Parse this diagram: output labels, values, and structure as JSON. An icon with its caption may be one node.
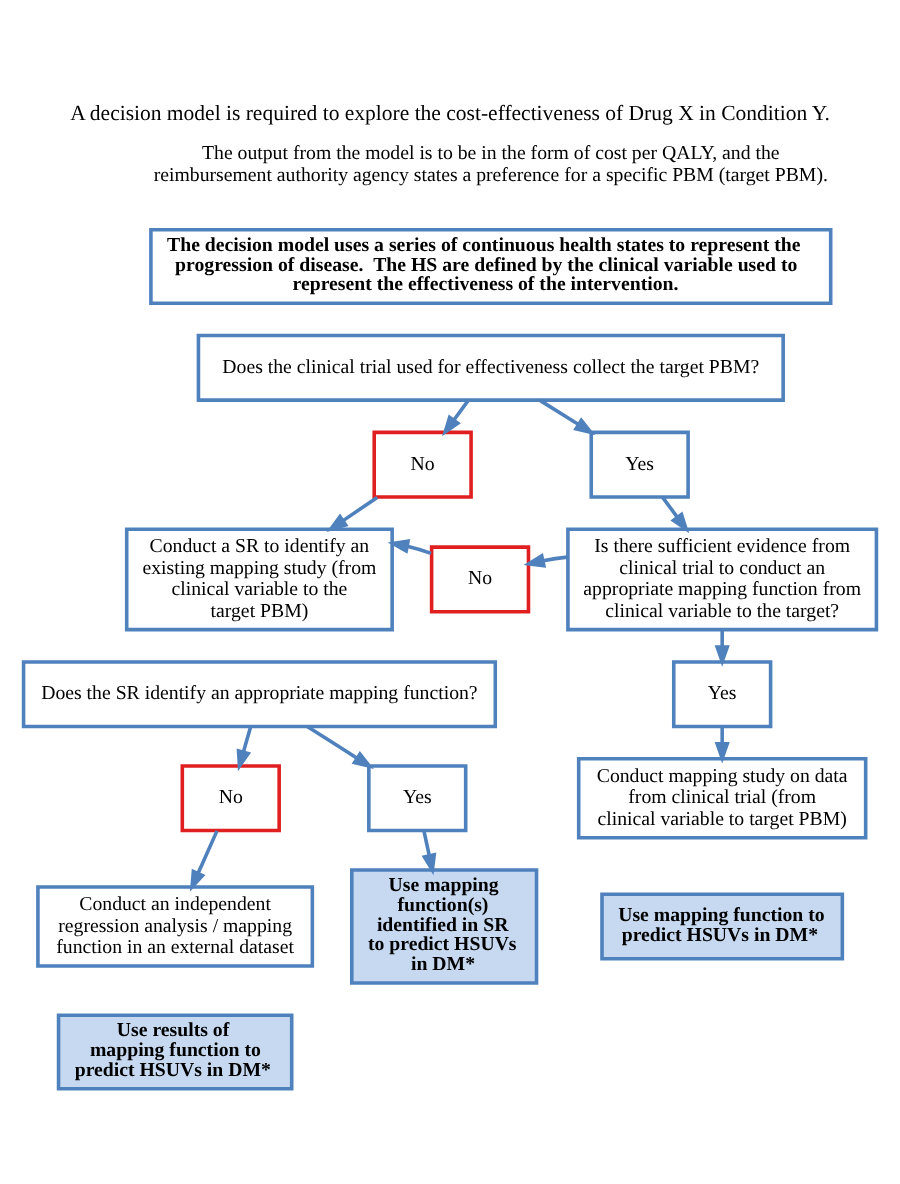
{
  "diagram": {
    "title": "A decision model is required to explore the cost-effectiveness of Drug X in Condition Y.",
    "nodes": [
      {
        "text": [
          "The decision model uses a series of continuous health states to represent the progression of disease.  The HS are defined by the clinical variable used to represent the effectiveness of the intervention."
        ]
      },
      {
        "text": [
          "Does the clinical trial used for effectiveness collect the target PBM?"
        ]
      },
      {
        "text": [
          "No"
        ]
      },
      {
        "text": [
          "Yes"
        ]
      },
      {
        "text": [
          "Conduct a SR to identify an existing mapping study (from clinical variable to the target PBM)"
        ]
      },
      {
        "text": [
          "No"
        ]
      },
      {
        "text": [
          "Is there sufficient evidence from clinical trial to conduct an appropriate mapping function from clinical variable to the target?"
        ]
      },
      {
        "text": [
          "Does the SR identify an appropriate mapping function?"
        ]
      },
      {
        "text": [
          "No"
        ]
      },
      {
        "text": [
          "Yes"
        ]
      },
      {
        "text": [
          "Yes"
        ]
      },
      {
        "text": [
          "Conduct an independent regression analysis / mapping function in an external dataset"
        ]
      },
      {
        "text": [
          "Use mapping function(s) identified in SR to predict HSUVs in DM*"
        ]
      },
      {
        "text": [
          "Conduct mapping study on data from clinical trial (from clinical variable to target PBM)"
        ]
      },
      {
        "text": [
          "Use results of mapping function to predict HSUVs in DM*"
        ]
      },
      {
        "text": [
          "Use mapping function to predict HSUVs in DM*"
        ]
      }
    ],
    "edges": [
      {
        "from": 1,
        "to": 2,
        "arrow": "to"
      },
      {
        "from": 1,
        "to": 3,
        "arrow": "to"
      },
      {
        "from": 2,
        "to": 4,
        "arrow": "to"
      },
      {
        "from": 3,
        "to": 6,
        "arrow": "to"
      },
      {
        "from": 6,
        "to": 5,
        "arrow": "to"
      },
      {
        "from": 5,
        "to": 4,
        "arrow": "to"
      },
      {
        "from": 7,
        "to": 8,
        "arrow": "to"
      },
      {
        "from": 7,
        "to": 10,
        "arrow": "to"
      },
      {
        "from": 6,
        "to": 9,
        "arrow": "to"
      },
      {
        "from": 8,
        "to": 11,
        "arrow": "to"
      },
      {
        "from": 10,
        "to": 12,
        "arrow": "to"
      },
      {
        "from": 9,
        "to": 13,
        "arrow": "to"
      }
    ],
    "labels": [
      "The output from the model is to be in the form of cost per QALY, and the reimbursement authority agency states a preference for a specific PBM (target PBM)."
    ]
  }
}
